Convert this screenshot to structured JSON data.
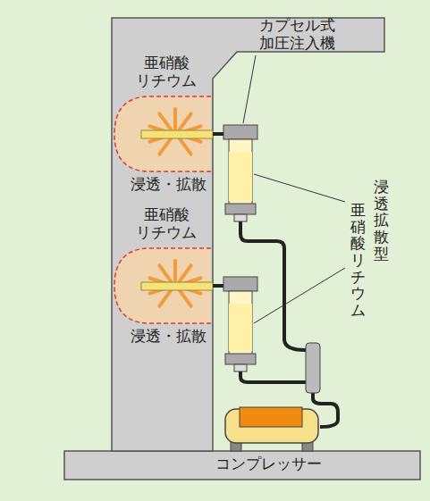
{
  "diagram": {
    "labels": [
      "カプセル式 加圧注入機",
      "亜硝酸 リチウム",
      "浸透・拡散",
      "浸透拡散型",
      "亜硝酸リチウム",
      "亜硝酸 リチウム",
      "浸透・拡散",
      "コンプレッサー"
    ]
  }
}
